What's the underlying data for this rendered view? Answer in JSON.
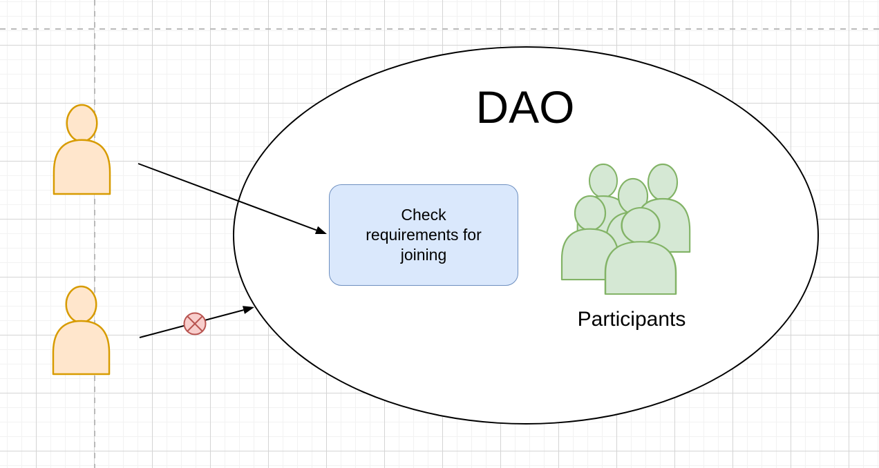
{
  "dao": {
    "label": "DAO"
  },
  "process_box": {
    "label": "Check requirements for joining"
  },
  "participants": {
    "label": "Participants"
  },
  "edges": [
    {
      "from": "candidate-top",
      "to": "check-requirements-box",
      "style": "arrow"
    },
    {
      "from": "candidate-bottom",
      "to": "dao-ellipse",
      "style": "arrow",
      "marker": "blocked-cross-circle"
    }
  ],
  "colors": {
    "actor_fill": "#FFE6CC",
    "actor_stroke": "#D79B00",
    "participants_fill": "#D5E8D4",
    "participants_stroke": "#82B366",
    "process_fill": "#DAE8FC",
    "process_stroke": "#6C8EBF",
    "blocked_fill": "#F8CECC",
    "blocked_stroke": "#B85450",
    "outline": "#000000",
    "grid_minor": "#F2F2F2",
    "grid_major": "#D4D4D4",
    "guide": "#B9B9B9"
  }
}
